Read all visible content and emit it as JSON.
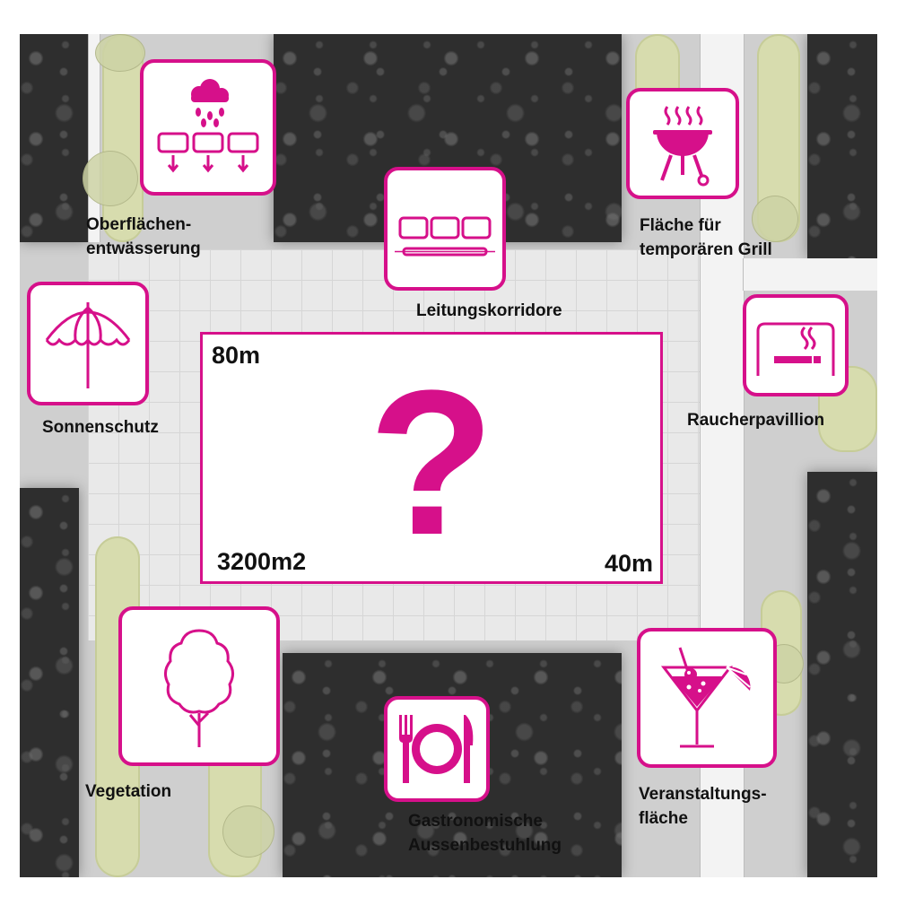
{
  "accent_color": "#d6108a",
  "central_area": {
    "question_mark": "?",
    "length": "80m",
    "width": "40m",
    "area": "3200m2"
  },
  "features": [
    {
      "id": "oberflaechen",
      "icon": "rain-drainage-icon",
      "lines": [
        "Oberflächen-",
        "entwässerung"
      ]
    },
    {
      "id": "leitungen",
      "icon": "utility-corridor-icon",
      "lines": [
        "Leitungskorridore"
      ]
    },
    {
      "id": "grill",
      "icon": "grill-icon",
      "lines": [
        "Fläche für",
        "temporären Grill"
      ]
    },
    {
      "id": "sonnenschutz",
      "icon": "umbrella-icon",
      "lines": [
        "Sonnenschutz"
      ]
    },
    {
      "id": "raucher",
      "icon": "smoking-pavilion-icon",
      "lines": [
        "Raucherpavillion"
      ]
    },
    {
      "id": "vegetation",
      "icon": "tree-icon",
      "lines": [
        "Vegetation"
      ]
    },
    {
      "id": "gastro",
      "icon": "dining-icon",
      "lines": [
        "Gastronomische",
        "Aussenbestuhlung"
      ]
    },
    {
      "id": "veranstaltung",
      "icon": "cocktail-icon",
      "lines": [
        "Veranstaltungs-",
        "fläche"
      ]
    }
  ]
}
